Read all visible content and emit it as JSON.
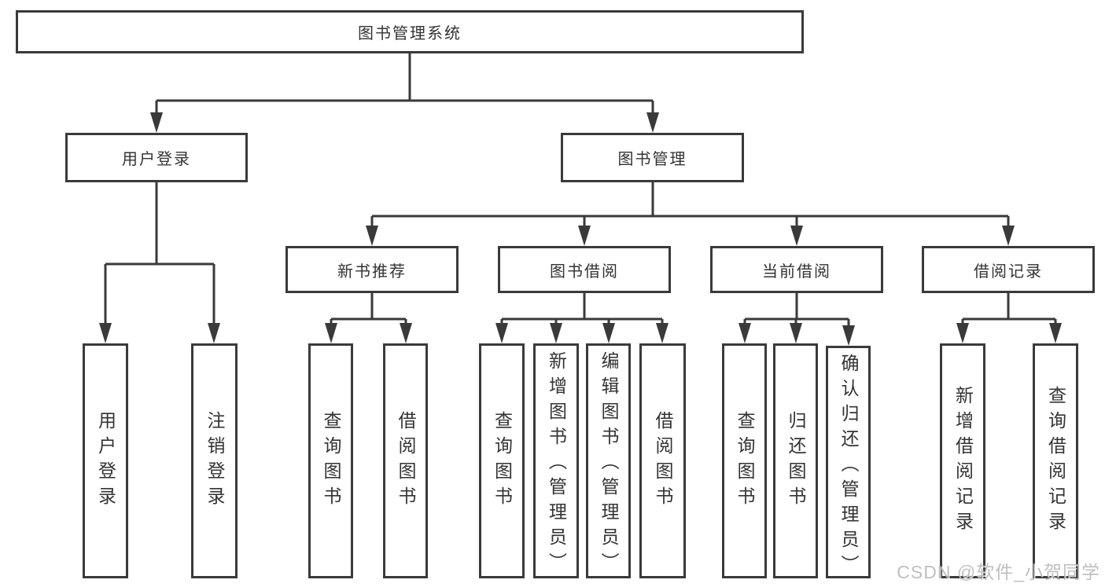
{
  "tree": {
    "root": {
      "label": "图书管理系统",
      "children": [
        {
          "label": "用户登录",
          "children": [
            {
              "label": "用户登录"
            },
            {
              "label": "注销登录"
            }
          ]
        },
        {
          "label": "图书管理",
          "children": [
            {
              "label": "新书推荐",
              "children": [
                {
                  "label": "查询图书"
                },
                {
                  "label": "借阅图书"
                }
              ]
            },
            {
              "label": "图书借阅",
              "children": [
                {
                  "label": "查询图书"
                },
                {
                  "label": "新增图书（管理员）"
                },
                {
                  "label": "编辑图书（管理员）"
                },
                {
                  "label": "借阅图书"
                }
              ]
            },
            {
              "label": "当前借阅",
              "children": [
                {
                  "label": "查询图书"
                },
                {
                  "label": "归还图书"
                },
                {
                  "label": "确认归还（管理员）"
                }
              ]
            },
            {
              "label": "借阅记录",
              "children": [
                {
                  "label": "新增借阅记录"
                },
                {
                  "label": "查询借阅记录"
                }
              ]
            }
          ]
        }
      ]
    }
  },
  "watermark": {
    "text": "CSDN @软件_小贺同学"
  },
  "colors": {
    "line": "#3a3a3a",
    "text": "#333333",
    "background": "#ffffff",
    "watermark": "#b5b5b5"
  }
}
